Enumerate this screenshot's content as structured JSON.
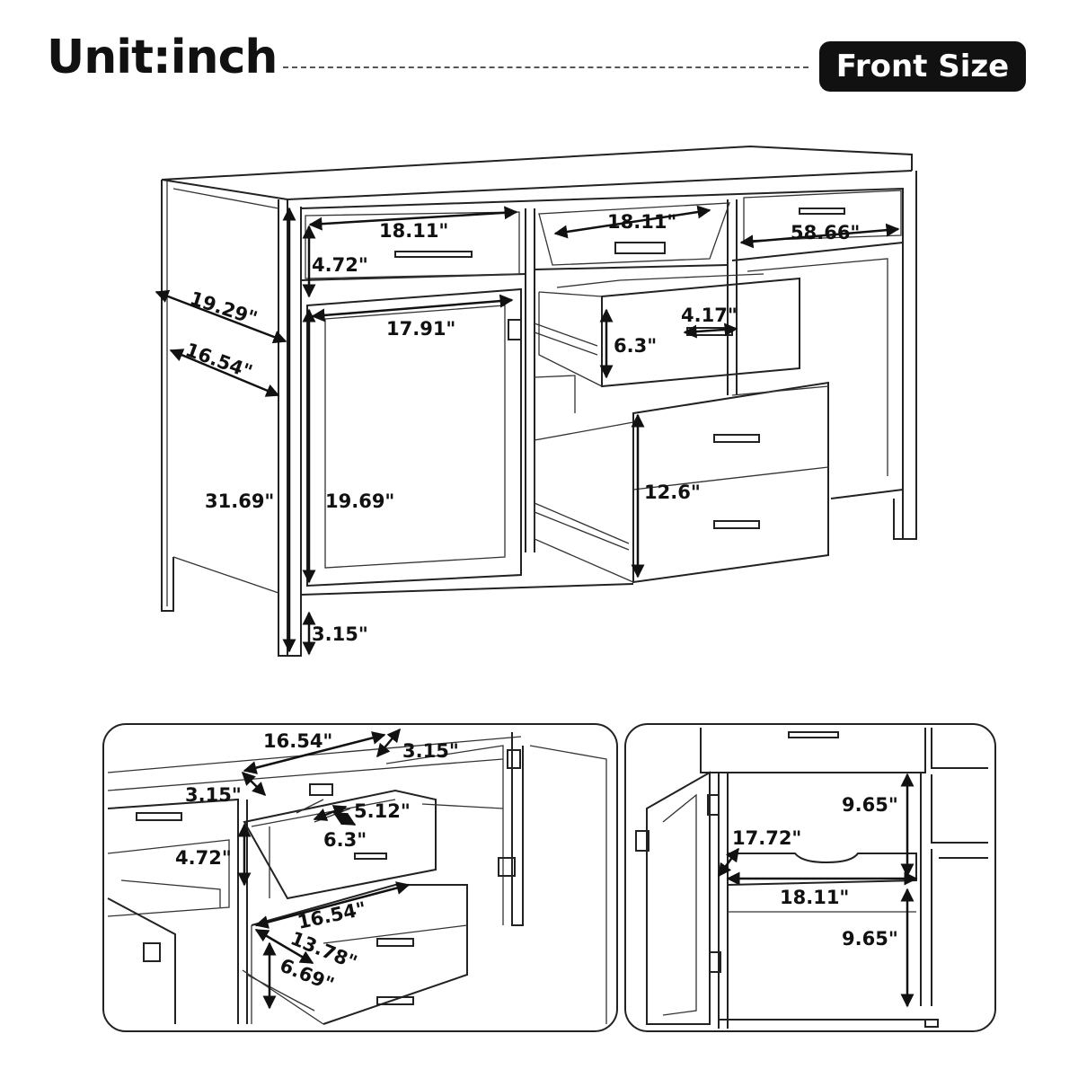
{
  "header": {
    "unit_label": "Unit:inch",
    "badge_label": "Front Size"
  },
  "main_view": {
    "labels": {
      "top_drawer_width_left": "18.11\"",
      "top_drawer_width_center": "18.11\"",
      "overall_width": "58.66\"",
      "top_drawer_height": "4.72\"",
      "overall_depth": "19.29\"",
      "inner_depth": "16.54\"",
      "door_width": "17.91\"",
      "drawer_small_width": "4.17\"",
      "drawer_small_height": "6.3\"",
      "overall_height": "31.69\"",
      "door_height": "19.69\"",
      "drawer_large_height": "12.6\"",
      "leg_height": "3.15\""
    }
  },
  "inset_left": {
    "labels": {
      "top_width": "16.54\"",
      "top_depth": "3.15\"",
      "top_height": "3.15\"",
      "inner_width": "5.12\"",
      "inner_depth": "6.3\"",
      "mid_height": "4.72\"",
      "lower_width": "16.54\"",
      "lower_depth": "13.78\"",
      "lower_height": "6.69\""
    }
  },
  "inset_right": {
    "labels": {
      "upper_height": "9.65\"",
      "shelf_depth": "17.72\"",
      "shelf_width": "18.11\"",
      "lower_height": "9.65\""
    }
  }
}
